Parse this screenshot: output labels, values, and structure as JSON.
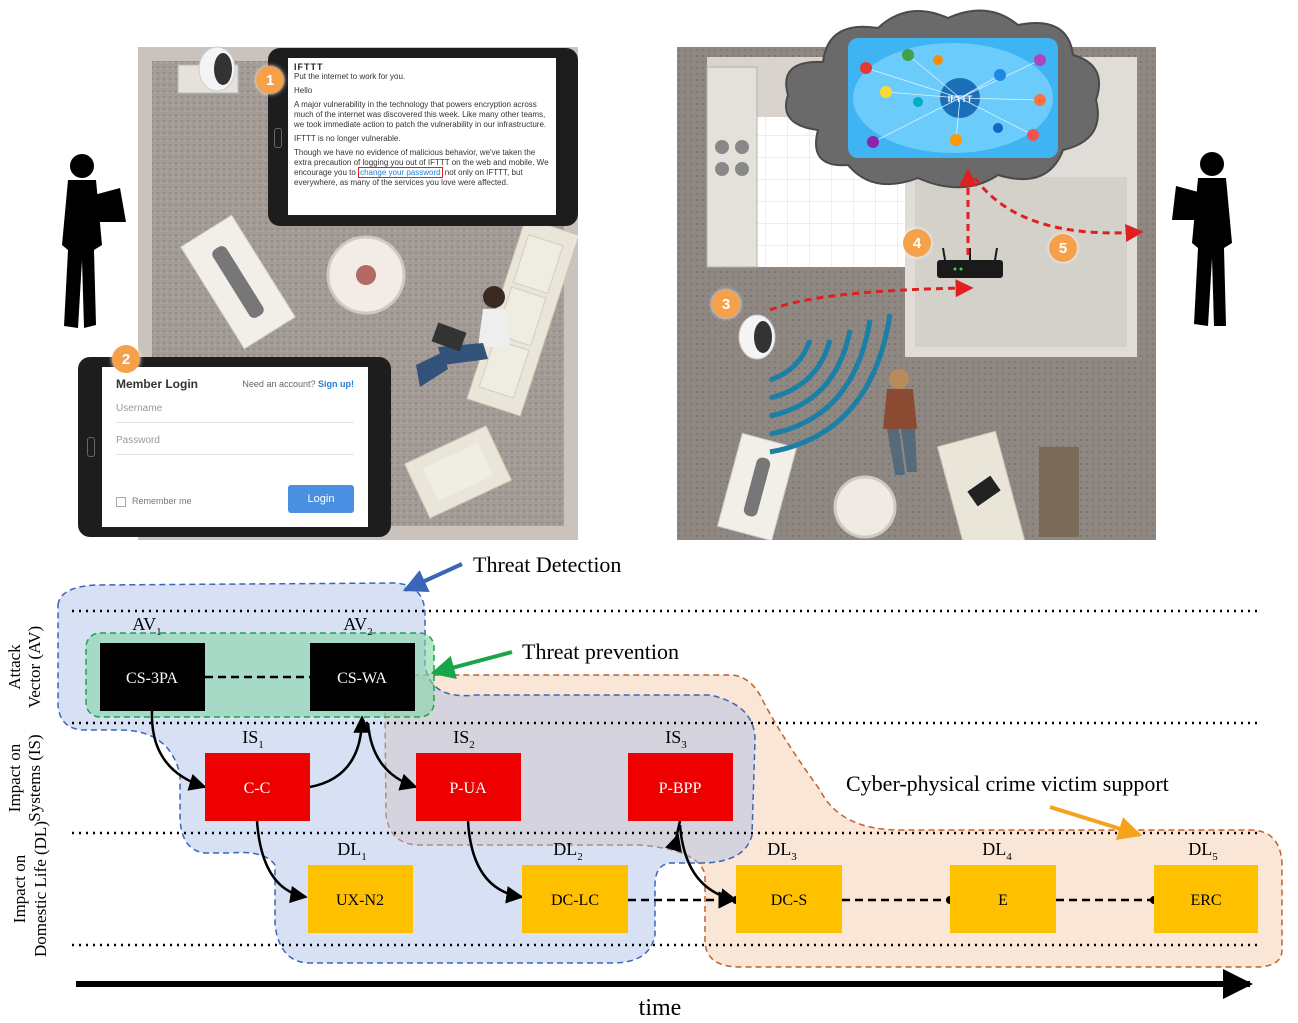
{
  "scenario": {
    "email": {
      "brand": "IFTTT",
      "tagline": "Put the internet to work for you.",
      "greeting": "Hello",
      "para1": "A major vulnerability in the technology that powers encryption across much of the internet was discovered this week. Like many other teams, we took immediate action to patch the vulnerability in our infrastructure.",
      "para2": "IFTTT is no longer vulnerable.",
      "para3_a": "Though we have no evidence of malicious behavior, we've taken the extra precaution of logging you out of IFTTT on the web and mobile. We encourage you to",
      "para3_link": "change your password",
      "para3_b": "not only on IFTTT, but everywhere, as many of the services you love were affected."
    },
    "login": {
      "title": "Member Login",
      "need_account": "Need an account?",
      "signup": "Sign up!",
      "username": "Username",
      "password": "Password",
      "remember": "Remember me",
      "button": "Login"
    },
    "cloud_label": "IFTTT",
    "steps": [
      "1",
      "2",
      "3",
      "4",
      "5"
    ]
  },
  "diagram": {
    "rows": [
      {
        "label_line1": "Attack",
        "label_line2": "Vector (AV)"
      },
      {
        "label_line1": "Impact on",
        "label_line2": "Systems (IS)"
      },
      {
        "label_line1": "Impact on",
        "label_line2": "Domestic Life (DL)"
      }
    ],
    "callouts": {
      "detection": "Threat Detection",
      "prevention": "Threat prevention",
      "support": "Cyber-physical crime victim support"
    },
    "nodes": [
      {
        "id": "cs3pa",
        "label": "CS-3PA",
        "tag": "AV",
        "sub": "1"
      },
      {
        "id": "cswa",
        "label": "CS-WA",
        "tag": "AV",
        "sub": "2"
      },
      {
        "id": "cc",
        "label": "C-C",
        "tag": "IS",
        "sub": "1"
      },
      {
        "id": "pua",
        "label": "P-UA",
        "tag": "IS",
        "sub": "2"
      },
      {
        "id": "pbpp",
        "label": "P-BPP",
        "tag": "IS",
        "sub": "3"
      },
      {
        "id": "uxn2",
        "label": "UX-N2",
        "tag": "DL",
        "sub": "1"
      },
      {
        "id": "dclc",
        "label": "DC-LC",
        "tag": "DL",
        "sub": "2"
      },
      {
        "id": "dcs",
        "label": "DC-S",
        "tag": "DL",
        "sub": "3"
      },
      {
        "id": "e",
        "label": "E",
        "tag": "DL",
        "sub": "4"
      },
      {
        "id": "erc",
        "label": "ERC",
        "tag": "DL",
        "sub": "5"
      }
    ],
    "time_label": "time",
    "colors": {
      "av": "#000000",
      "is": "#ee0000",
      "dl": "#ffc000",
      "detection": "#3a66b8",
      "prevention": "#19a64a",
      "support": "#f5a31a"
    }
  }
}
